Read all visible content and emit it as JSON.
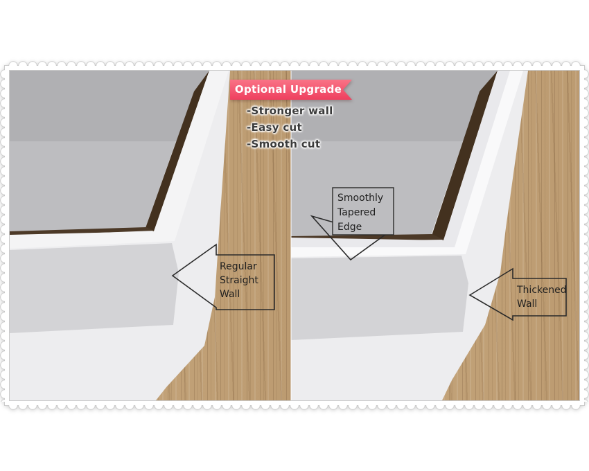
{
  "banner": {
    "label": "Optional Upgrade"
  },
  "features": {
    "items": [
      "-Stronger wall",
      "-Easy cut",
      "-Smooth cut"
    ]
  },
  "callouts": {
    "regular_wall": {
      "lines": [
        "Regular",
        "Straight",
        "Wall"
      ]
    },
    "tapered_edge": {
      "lines": [
        "Smoothly",
        "Tapered",
        "Edge"
      ]
    },
    "thickened_wall": {
      "lines": [
        "Thickened",
        "Wall"
      ]
    }
  },
  "colors": {
    "banner_pink": "#ee3f5e",
    "wood_tan": "#c3a379",
    "box_white": "#f4f4f5",
    "interior_gray": "#b0b0b3",
    "gap_brown": "#43311f"
  }
}
